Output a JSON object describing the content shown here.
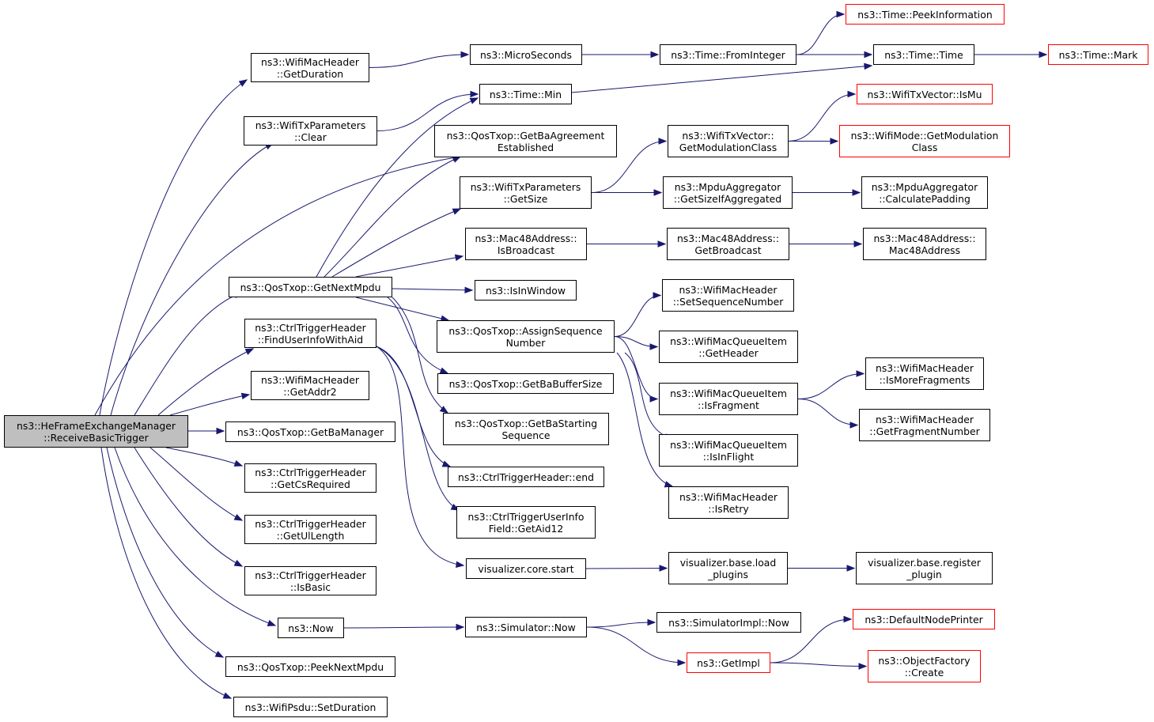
{
  "diagram": {
    "colors": {
      "edge": "#191970",
      "root_fill": "#bfbfbf",
      "red_border": "#ff0000"
    },
    "nodes": {
      "n0": {
        "lines": [
          "ns3::HeFrameExchangeManager",
          "::ReceiveBasicTrigger"
        ],
        "style": "root"
      },
      "n1": {
        "lines": [
          "ns3::WifiMacHeader",
          "::GetDuration"
        ]
      },
      "n2": {
        "lines": [
          "ns3::WifiTxParameters",
          "::Clear"
        ]
      },
      "n3": {
        "lines": [
          "ns3::QosTxop::GetNextMpdu"
        ]
      },
      "n4": {
        "lines": [
          "ns3::CtrlTriggerHeader",
          "::FindUserInfoWithAid"
        ]
      },
      "n5": {
        "lines": [
          "ns3::WifiMacHeader",
          "::GetAddr2"
        ]
      },
      "n6": {
        "lines": [
          "ns3::QosTxop::GetBaManager"
        ]
      },
      "n7": {
        "lines": [
          "ns3::CtrlTriggerHeader",
          "::GetCsRequired"
        ]
      },
      "n8": {
        "lines": [
          "ns3::CtrlTriggerHeader",
          "::GetUlLength"
        ]
      },
      "n9": {
        "lines": [
          "ns3::CtrlTriggerHeader",
          "::IsBasic"
        ]
      },
      "n10": {
        "lines": [
          "ns3::Now"
        ]
      },
      "n11": {
        "lines": [
          "ns3::QosTxop::PeekNextMpdu"
        ]
      },
      "n12": {
        "lines": [
          "ns3::WifiPsdu::SetDuration"
        ]
      },
      "n13": {
        "lines": [
          "ns3::MicroSeconds"
        ]
      },
      "n14": {
        "lines": [
          "ns3::Time::Min"
        ]
      },
      "n15": {
        "lines": [
          "ns3::QosTxop::GetBaAgreement",
          "Established"
        ]
      },
      "n16": {
        "lines": [
          "ns3::WifiTxParameters",
          "::GetSize"
        ]
      },
      "n17": {
        "lines": [
          "ns3::Mac48Address::",
          "IsBroadcast"
        ]
      },
      "n18": {
        "lines": [
          "ns3::IsInWindow"
        ]
      },
      "n19": {
        "lines": [
          "ns3::QosTxop::AssignSequence",
          "Number"
        ]
      },
      "n20": {
        "lines": [
          "ns3::QosTxop::GetBaBufferSize"
        ]
      },
      "n21": {
        "lines": [
          "ns3::QosTxop::GetBaStarting",
          "Sequence"
        ]
      },
      "n22": {
        "lines": [
          "ns3::CtrlTriggerHeader::end"
        ]
      },
      "n23": {
        "lines": [
          "ns3::CtrlTriggerUserInfo",
          "Field::GetAid12"
        ]
      },
      "n24": {
        "lines": [
          "visualizer.core.start"
        ]
      },
      "n25": {
        "lines": [
          "ns3::Simulator::Now"
        ]
      },
      "n26": {
        "lines": [
          "ns3::Time::FromInteger"
        ]
      },
      "n27": {
        "lines": [
          "ns3::Time::PeekInformation"
        ],
        "style": "red"
      },
      "n28": {
        "lines": [
          "ns3::Time::Time"
        ]
      },
      "n29": {
        "lines": [
          "ns3::Time::Mark"
        ],
        "style": "red"
      },
      "n30": {
        "lines": [
          "ns3::WifiTxVector::",
          "GetModulationClass"
        ]
      },
      "n31": {
        "lines": [
          "ns3::WifiTxVector::IsMu"
        ],
        "style": "red"
      },
      "n32": {
        "lines": [
          "ns3::WifiMode::GetModulation",
          "Class"
        ],
        "style": "red"
      },
      "n33": {
        "lines": [
          "ns3::MpduAggregator",
          "::GetSizeIfAggregated"
        ]
      },
      "n34": {
        "lines": [
          "ns3::MpduAggregator",
          "::CalculatePadding"
        ]
      },
      "n35": {
        "lines": [
          "ns3::Mac48Address::",
          "GetBroadcast"
        ]
      },
      "n36": {
        "lines": [
          "ns3::Mac48Address::",
          "Mac48Address"
        ]
      },
      "n37": {
        "lines": [
          "ns3::WifiMacHeader",
          "::SetSequenceNumber"
        ]
      },
      "n38": {
        "lines": [
          "ns3::WifiMacQueueItem",
          "::GetHeader"
        ]
      },
      "n39": {
        "lines": [
          "ns3::WifiMacQueueItem",
          "::IsFragment"
        ]
      },
      "n40": {
        "lines": [
          "ns3::WifiMacQueueItem",
          "::IsInFlight"
        ]
      },
      "n41": {
        "lines": [
          "ns3::WifiMacHeader",
          "::IsRetry"
        ]
      },
      "n42": {
        "lines": [
          "ns3::WifiMacHeader",
          "::IsMoreFragments"
        ]
      },
      "n43": {
        "lines": [
          "ns3::WifiMacHeader",
          "::GetFragmentNumber"
        ]
      },
      "n44": {
        "lines": [
          "visualizer.base.load",
          "_plugins"
        ]
      },
      "n45": {
        "lines": [
          "visualizer.base.register",
          "_plugin"
        ]
      },
      "n46": {
        "lines": [
          "ns3::SimulatorImpl::Now"
        ]
      },
      "n47": {
        "lines": [
          "ns3::GetImpl"
        ],
        "style": "red"
      },
      "n48": {
        "lines": [
          "ns3::DefaultNodePrinter"
        ],
        "style": "red"
      },
      "n49": {
        "lines": [
          "ns3::ObjectFactory",
          "::Create"
        ],
        "style": "red"
      }
    }
  }
}
